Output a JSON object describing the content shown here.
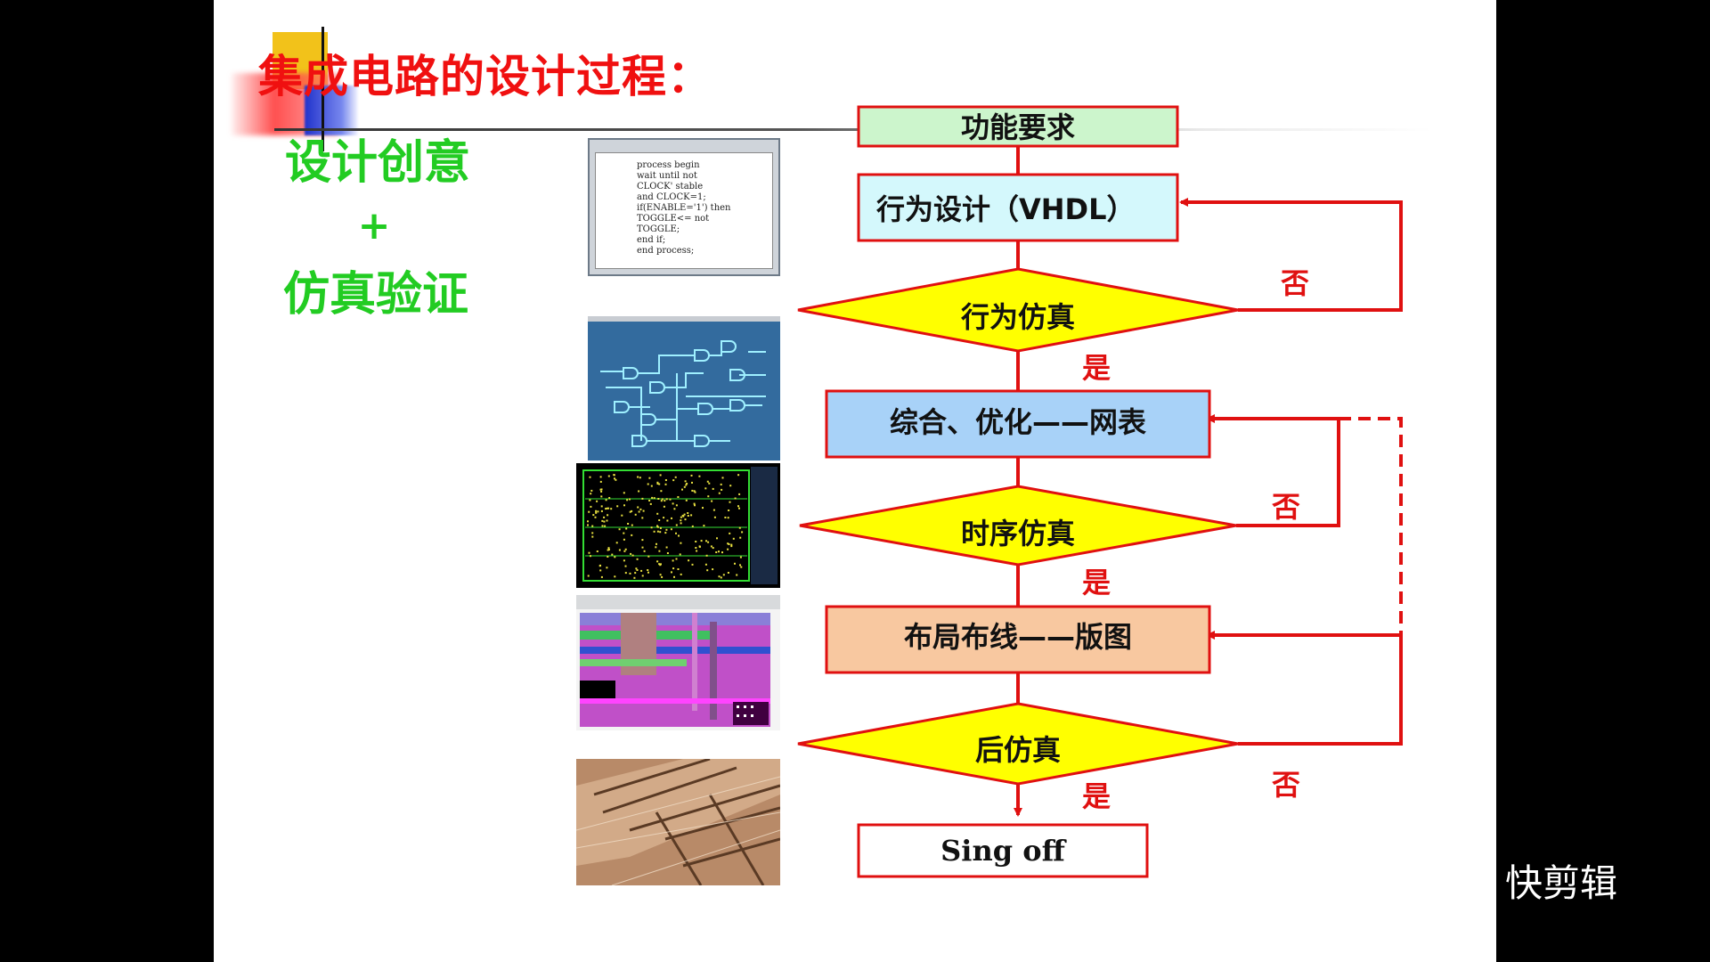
{
  "title": "集成电路的设计过程：",
  "left": {
    "line1": "设计创意",
    "plus": "+",
    "line2": "仿真验证"
  },
  "code_lines": [
    "process begin",
    "wait until not",
    "CLOCK' stable",
    "and CLOCK=1;",
    "if(ENABLE='1') then",
    "TOGGLE<= not",
    "TOGGLE;",
    "end if;",
    "end process;"
  ],
  "flow": {
    "requirement": "功能要求",
    "behavior_design": "行为设计（VHDL）",
    "behavior_sim": "行为仿真",
    "synthesis": "综合、优化——网表",
    "timing_sim": "时序仿真",
    "place_route": "布局布线——版图",
    "post_sim": "后仿真",
    "signoff": "Sing off",
    "yes": "是",
    "no": "否"
  },
  "colors": {
    "title": "#f01010",
    "green_text": "#22cc22",
    "arrow": "#e01010",
    "requirement_fill": "#ccf5cc",
    "behavior_fill": "#d4f8fc",
    "synthesis_fill": "#a8d2f8",
    "place_fill": "#f8c8a0",
    "diamond_fill": "#ffff00",
    "signoff_fill": "#ffffff"
  },
  "watermark": "快剪辑",
  "icons": [
    "code-editor-thumbnail",
    "logic-schematic-thumbnail",
    "placement-thumbnail",
    "layout-thumbnail",
    "die-photo-thumbnail"
  ]
}
